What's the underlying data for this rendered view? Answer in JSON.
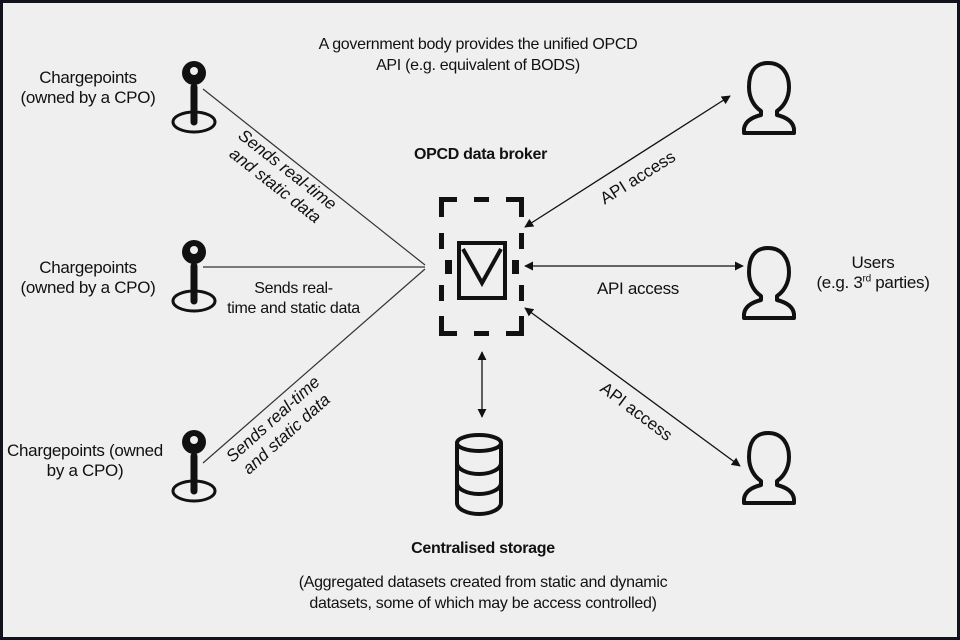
{
  "diagram": {
    "colors": {
      "background": "#efefef",
      "frame": "#12141d",
      "ink": "#111111"
    },
    "header": {
      "line1": "A government body provides the unified OPCD",
      "line2": "API (e.g. equivalent of BODS)"
    },
    "broker": {
      "title": "OPCD data broker"
    },
    "chargepoints": [
      {
        "line1": "Chargepoints",
        "line2": "(owned by a CPO)",
        "icon": "map-pin-icon"
      },
      {
        "line1": "Chargepoints",
        "line2": "(owned by a CPO)",
        "icon": "map-pin-icon"
      },
      {
        "line1": "Chargepoints (owned",
        "line2": "by a CPO)",
        "icon": "map-pin-icon"
      }
    ],
    "sends": [
      {
        "line1": "Sends real-time",
        "line2": "and static data"
      },
      {
        "line1": "Sends real-",
        "line2": "time and static data"
      },
      {
        "line1": "Sends real-time",
        "line2": "and static data"
      }
    ],
    "api_access": [
      {
        "label": "API access"
      },
      {
        "label": "API access"
      },
      {
        "label": "API access"
      }
    ],
    "users": {
      "title": "Users",
      "subtitle_prefix": "(e.g. 3",
      "subtitle_sup": "rd",
      "subtitle_suffix": " parties)",
      "icon": "user-icon"
    },
    "storage": {
      "title": "Centralised storage",
      "desc_line1": "(Aggregated datasets created from static and dynamic",
      "desc_line2": "datasets, some of which may be access controlled)",
      "icon": "database-icon"
    }
  }
}
